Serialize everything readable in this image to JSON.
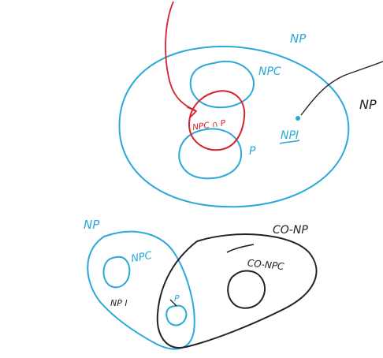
{
  "colors": {
    "blue": "#2aa8d8",
    "red": "#d8232f",
    "black": "#222222",
    "background": "#ffffff"
  },
  "upper_diagram": {
    "np_label": "NP",
    "npc_label": "NPC",
    "p_label": "P",
    "intersection_label": "NPC ∩ P",
    "npi_label": "NPI",
    "right_edge_label": "NP"
  },
  "lower_diagram": {
    "np_label": "NP",
    "npc_label": "NPC",
    "npi_label": "NP I",
    "p_label": "P",
    "conp_label": "CO-NP",
    "conpc_label": "CO-NPC"
  }
}
